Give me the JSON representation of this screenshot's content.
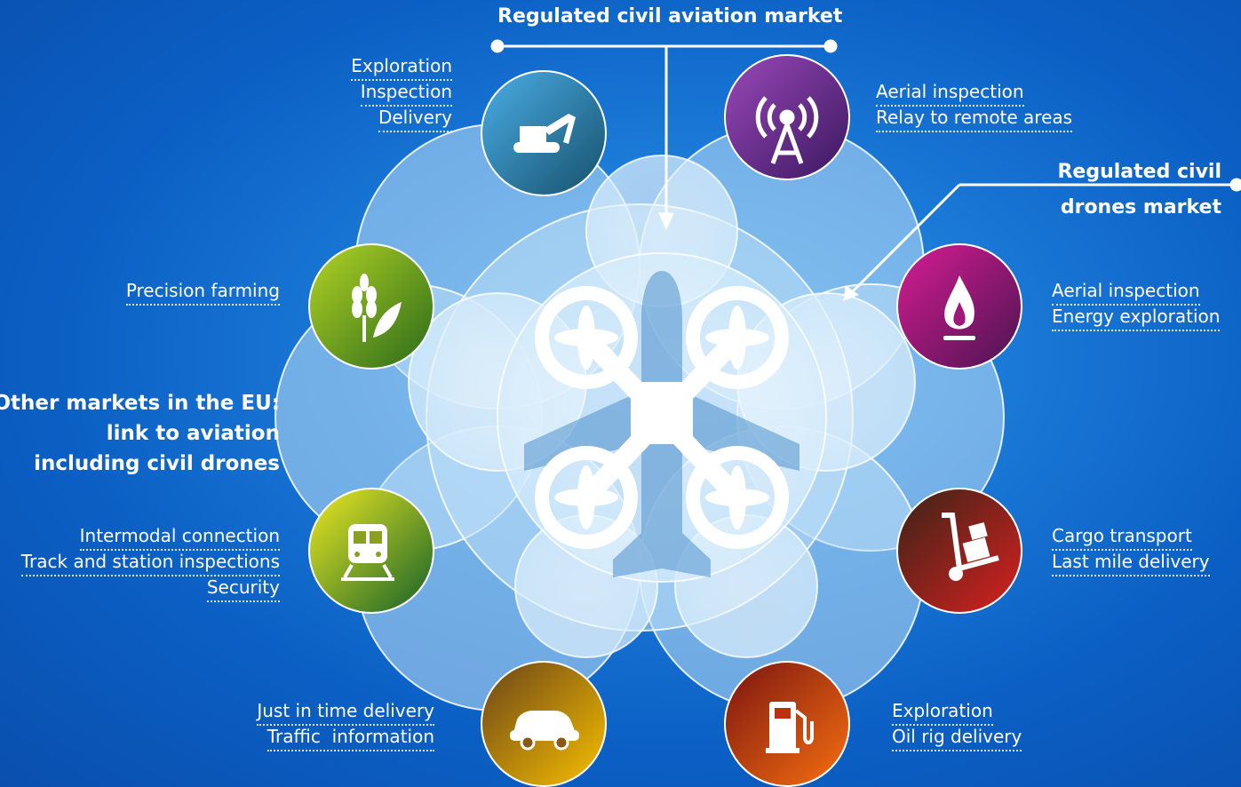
{
  "titles": {
    "aviation": "Regulated civil aviation market",
    "drones_line1": "Regulated civil",
    "drones_line2": "drones market",
    "other_line1": "Other markets in the EU:",
    "other_line2": "link to aviation",
    "other_line3": "including civil drones"
  },
  "markets": {
    "construction": {
      "icon": "excavator-icon",
      "labels": [
        "Exploration",
        "Inspection",
        "Delivery"
      ],
      "colors": [
        "#3a9bdc",
        "#1e5c78"
      ]
    },
    "telecom": {
      "icon": "antenna-tower-icon",
      "labels": [
        "Aerial inspection",
        "Relay to remote areas"
      ],
      "colors": [
        "#8a3aa8",
        "#4a2070"
      ]
    },
    "agriculture": {
      "icon": "wheat-leaf-icon",
      "labels": [
        "Precision farming"
      ],
      "colors": [
        "#a6c820",
        "#3a7a1a"
      ]
    },
    "energy": {
      "icon": "flame-icon",
      "labels": [
        "Aerial inspection",
        "Energy exploration"
      ],
      "colors": [
        "#c2188a",
        "#5a1858"
      ]
    },
    "rail": {
      "icon": "train-icon",
      "labels": [
        "Intermodal connection",
        "Track and station inspections",
        "Security"
      ],
      "colors": [
        "#e0dc10",
        "#1a6a2a"
      ]
    },
    "logistics": {
      "icon": "hand-truck-icon",
      "labels": [
        "Cargo transport",
        "Last mile delivery"
      ],
      "colors": [
        "#d02020",
        "#4a2410"
      ]
    },
    "road": {
      "icon": "car-icon",
      "labels": [
        "Just in time delivery",
        "Traffic  information"
      ],
      "colors": [
        "#f5b800",
        "#7a4a10"
      ]
    },
    "oil": {
      "icon": "fuel-pump-icon",
      "labels": [
        "Exploration",
        "Oil rig delivery"
      ],
      "colors": [
        "#f06010",
        "#7a1810"
      ]
    }
  },
  "central_icon": "drone-over-airplane-icon"
}
